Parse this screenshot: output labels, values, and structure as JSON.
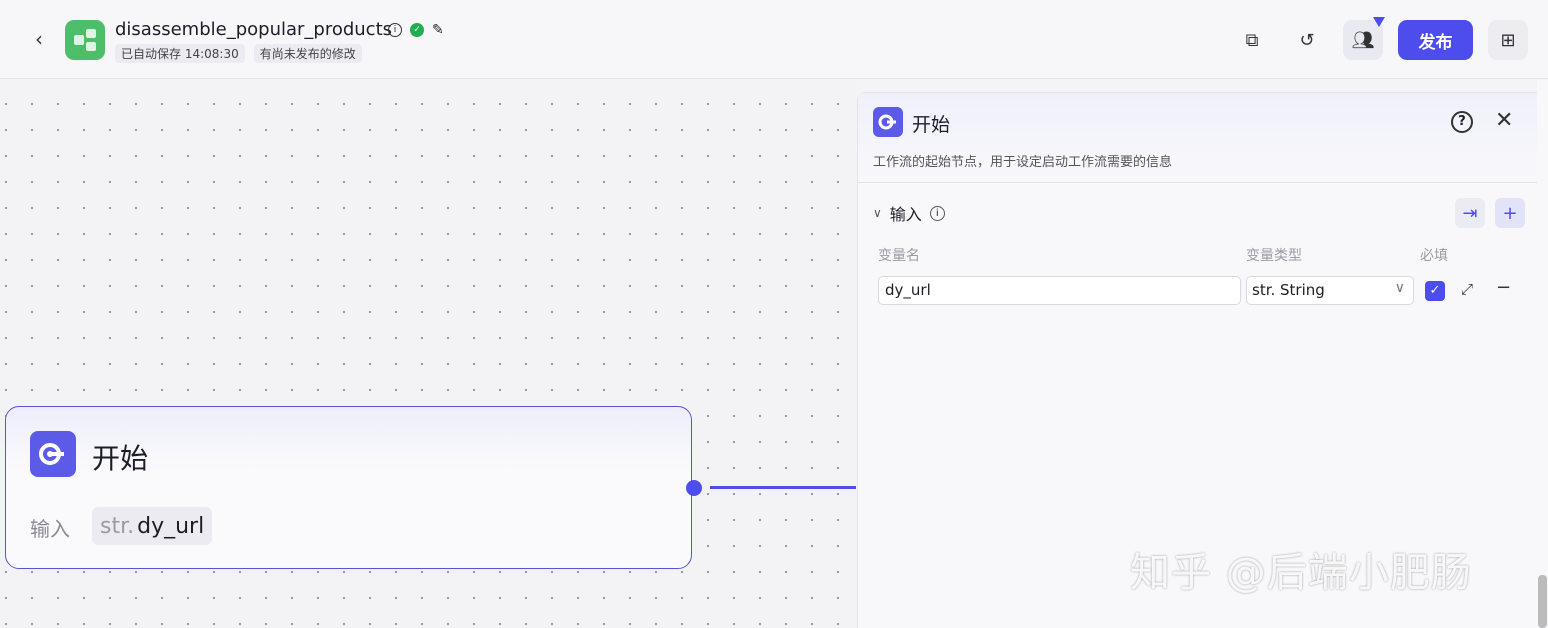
{
  "header": {
    "title": "disassemble_popular_products",
    "autosave": "已自动保存 14:08:30",
    "unpublished": "有尚未发布的修改",
    "publish_label": "发布"
  },
  "node": {
    "title": "开始",
    "input_label": "输入",
    "var_type": "str.",
    "var_name": "dy_url"
  },
  "panel": {
    "title": "开始",
    "description": "工作流的起始节点，用于设定启动工作流需要的信息",
    "section": "输入",
    "columns": {
      "name": "变量名",
      "type": "变量类型",
      "required": "必填"
    },
    "row": {
      "name": "dy_url",
      "type": "str. String",
      "required": true
    }
  },
  "watermark": "知乎 @后端小肥肠",
  "colors": {
    "accent": "#4d4ced",
    "logo": "#4fbe6a"
  }
}
